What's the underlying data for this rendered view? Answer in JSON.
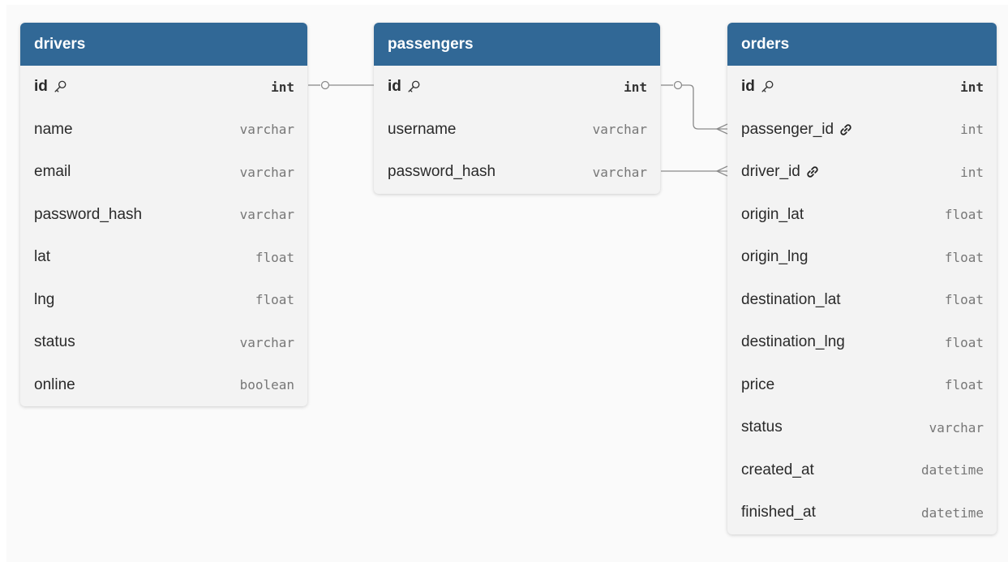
{
  "tables": [
    {
      "name": "drivers",
      "fields": [
        {
          "name": "id",
          "type": "int",
          "pk": true
        },
        {
          "name": "name",
          "type": "varchar"
        },
        {
          "name": "email",
          "type": "varchar"
        },
        {
          "name": "password_hash",
          "type": "varchar"
        },
        {
          "name": "lat",
          "type": "float"
        },
        {
          "name": "lng",
          "type": "float"
        },
        {
          "name": "status",
          "type": "varchar"
        },
        {
          "name": "online",
          "type": "boolean"
        }
      ]
    },
    {
      "name": "passengers",
      "fields": [
        {
          "name": "id",
          "type": "int",
          "pk": true
        },
        {
          "name": "username",
          "type": "varchar"
        },
        {
          "name": "password_hash",
          "type": "varchar"
        }
      ]
    },
    {
      "name": "orders",
      "fields": [
        {
          "name": "id",
          "type": "int",
          "pk": true
        },
        {
          "name": "passenger_id",
          "type": "int",
          "fk": true
        },
        {
          "name": "driver_id",
          "type": "int",
          "fk": true
        },
        {
          "name": "origin_lat",
          "type": "float"
        },
        {
          "name": "origin_lng",
          "type": "float"
        },
        {
          "name": "destination_lat",
          "type": "float"
        },
        {
          "name": "destination_lng",
          "type": "float"
        },
        {
          "name": "price",
          "type": "float"
        },
        {
          "name": "status",
          "type": "varchar"
        },
        {
          "name": "created_at",
          "type": "datetime"
        },
        {
          "name": "finished_at",
          "type": "datetime"
        }
      ]
    }
  ],
  "relations": [
    {
      "from": "drivers.id",
      "to": "passengers.id",
      "cardinality": "one-to-one"
    },
    {
      "from": "passengers.id",
      "to": "orders.passenger_id",
      "cardinality": "one-to-many"
    },
    {
      "from": "passengers.password_hash",
      "to": "orders.driver_id",
      "cardinality": "many"
    }
  ],
  "colors": {
    "header": "#316896",
    "body": "#f3f3f3",
    "link": "#8a8a8a"
  }
}
